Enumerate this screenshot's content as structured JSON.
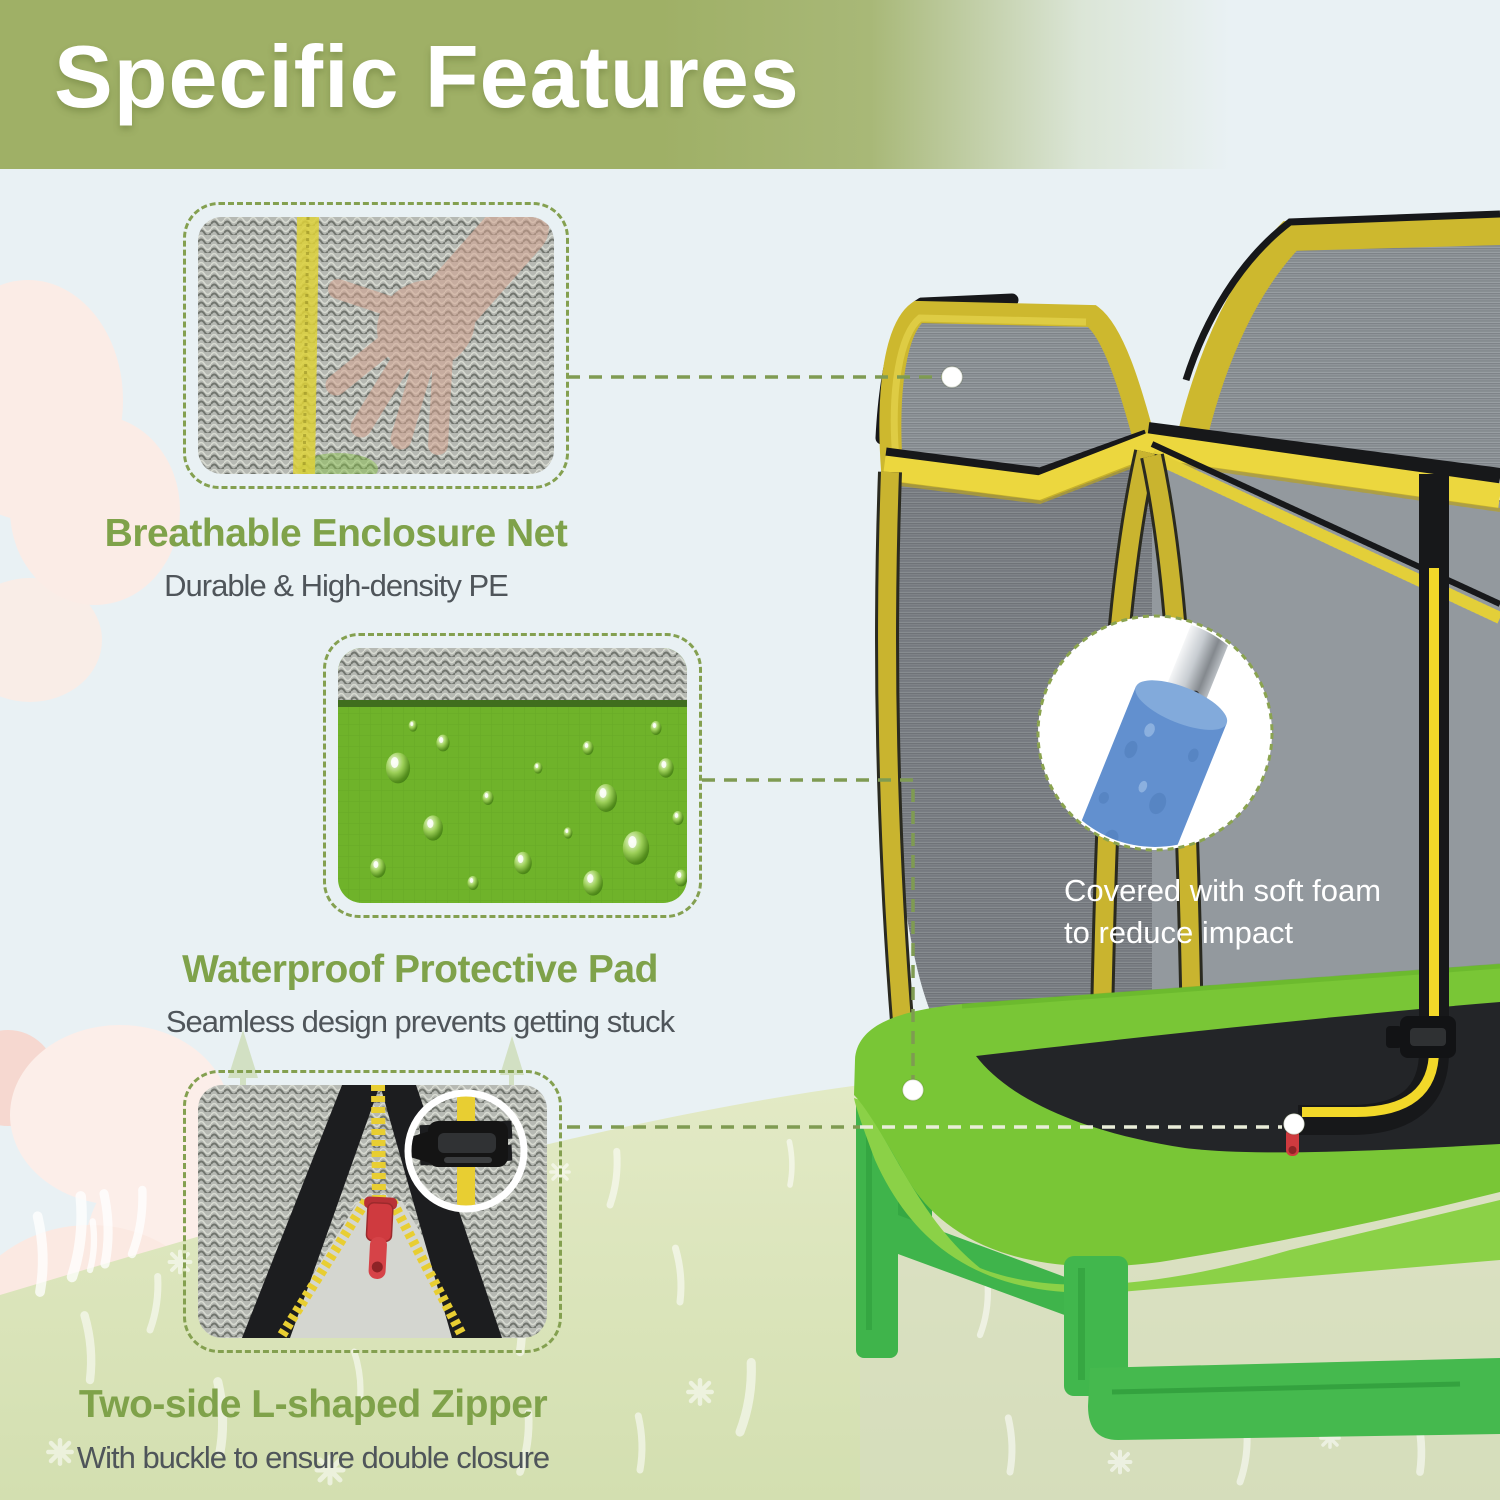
{
  "page": {
    "title": "Specific Features"
  },
  "features": [
    {
      "title": "Breathable Enclosure Net",
      "subtitle": "Durable & High-density PE",
      "photo": "hand pressing gray high-density enclosure mesh with yellow seam"
    },
    {
      "title": "Waterproof Protective Pad",
      "subtitle": "Seamless design prevents getting stuck",
      "photo": "green waterproof pad covered with water droplets"
    },
    {
      "title": "Two-side L-shaped Zipper",
      "subtitle": "With buckle to ensure double closure",
      "photo": "open zipper with red slider and safety-buckle inset"
    }
  ],
  "foam_note": {
    "line1": "Covered with soft foam",
    "line2": "to reduce impact"
  },
  "colors": {
    "header_green": "#9fb066",
    "accent_green": "#7fa24a",
    "text_gray": "#4f555a",
    "dash_green": "#7f9b52",
    "frame_green": "#79c636",
    "skirt_green": "#8bd147",
    "leg_green": "#3fb44b",
    "pole_yellow": "#cdb82e",
    "band_yellow": "#ecd73e",
    "mesh_gray": "#8f9499",
    "mat_black": "#232528",
    "foam_blue": "#6290cf",
    "zipper_red": "#cf3a3f",
    "sky": "#e9f1f4",
    "grass": "#dae3bb"
  }
}
